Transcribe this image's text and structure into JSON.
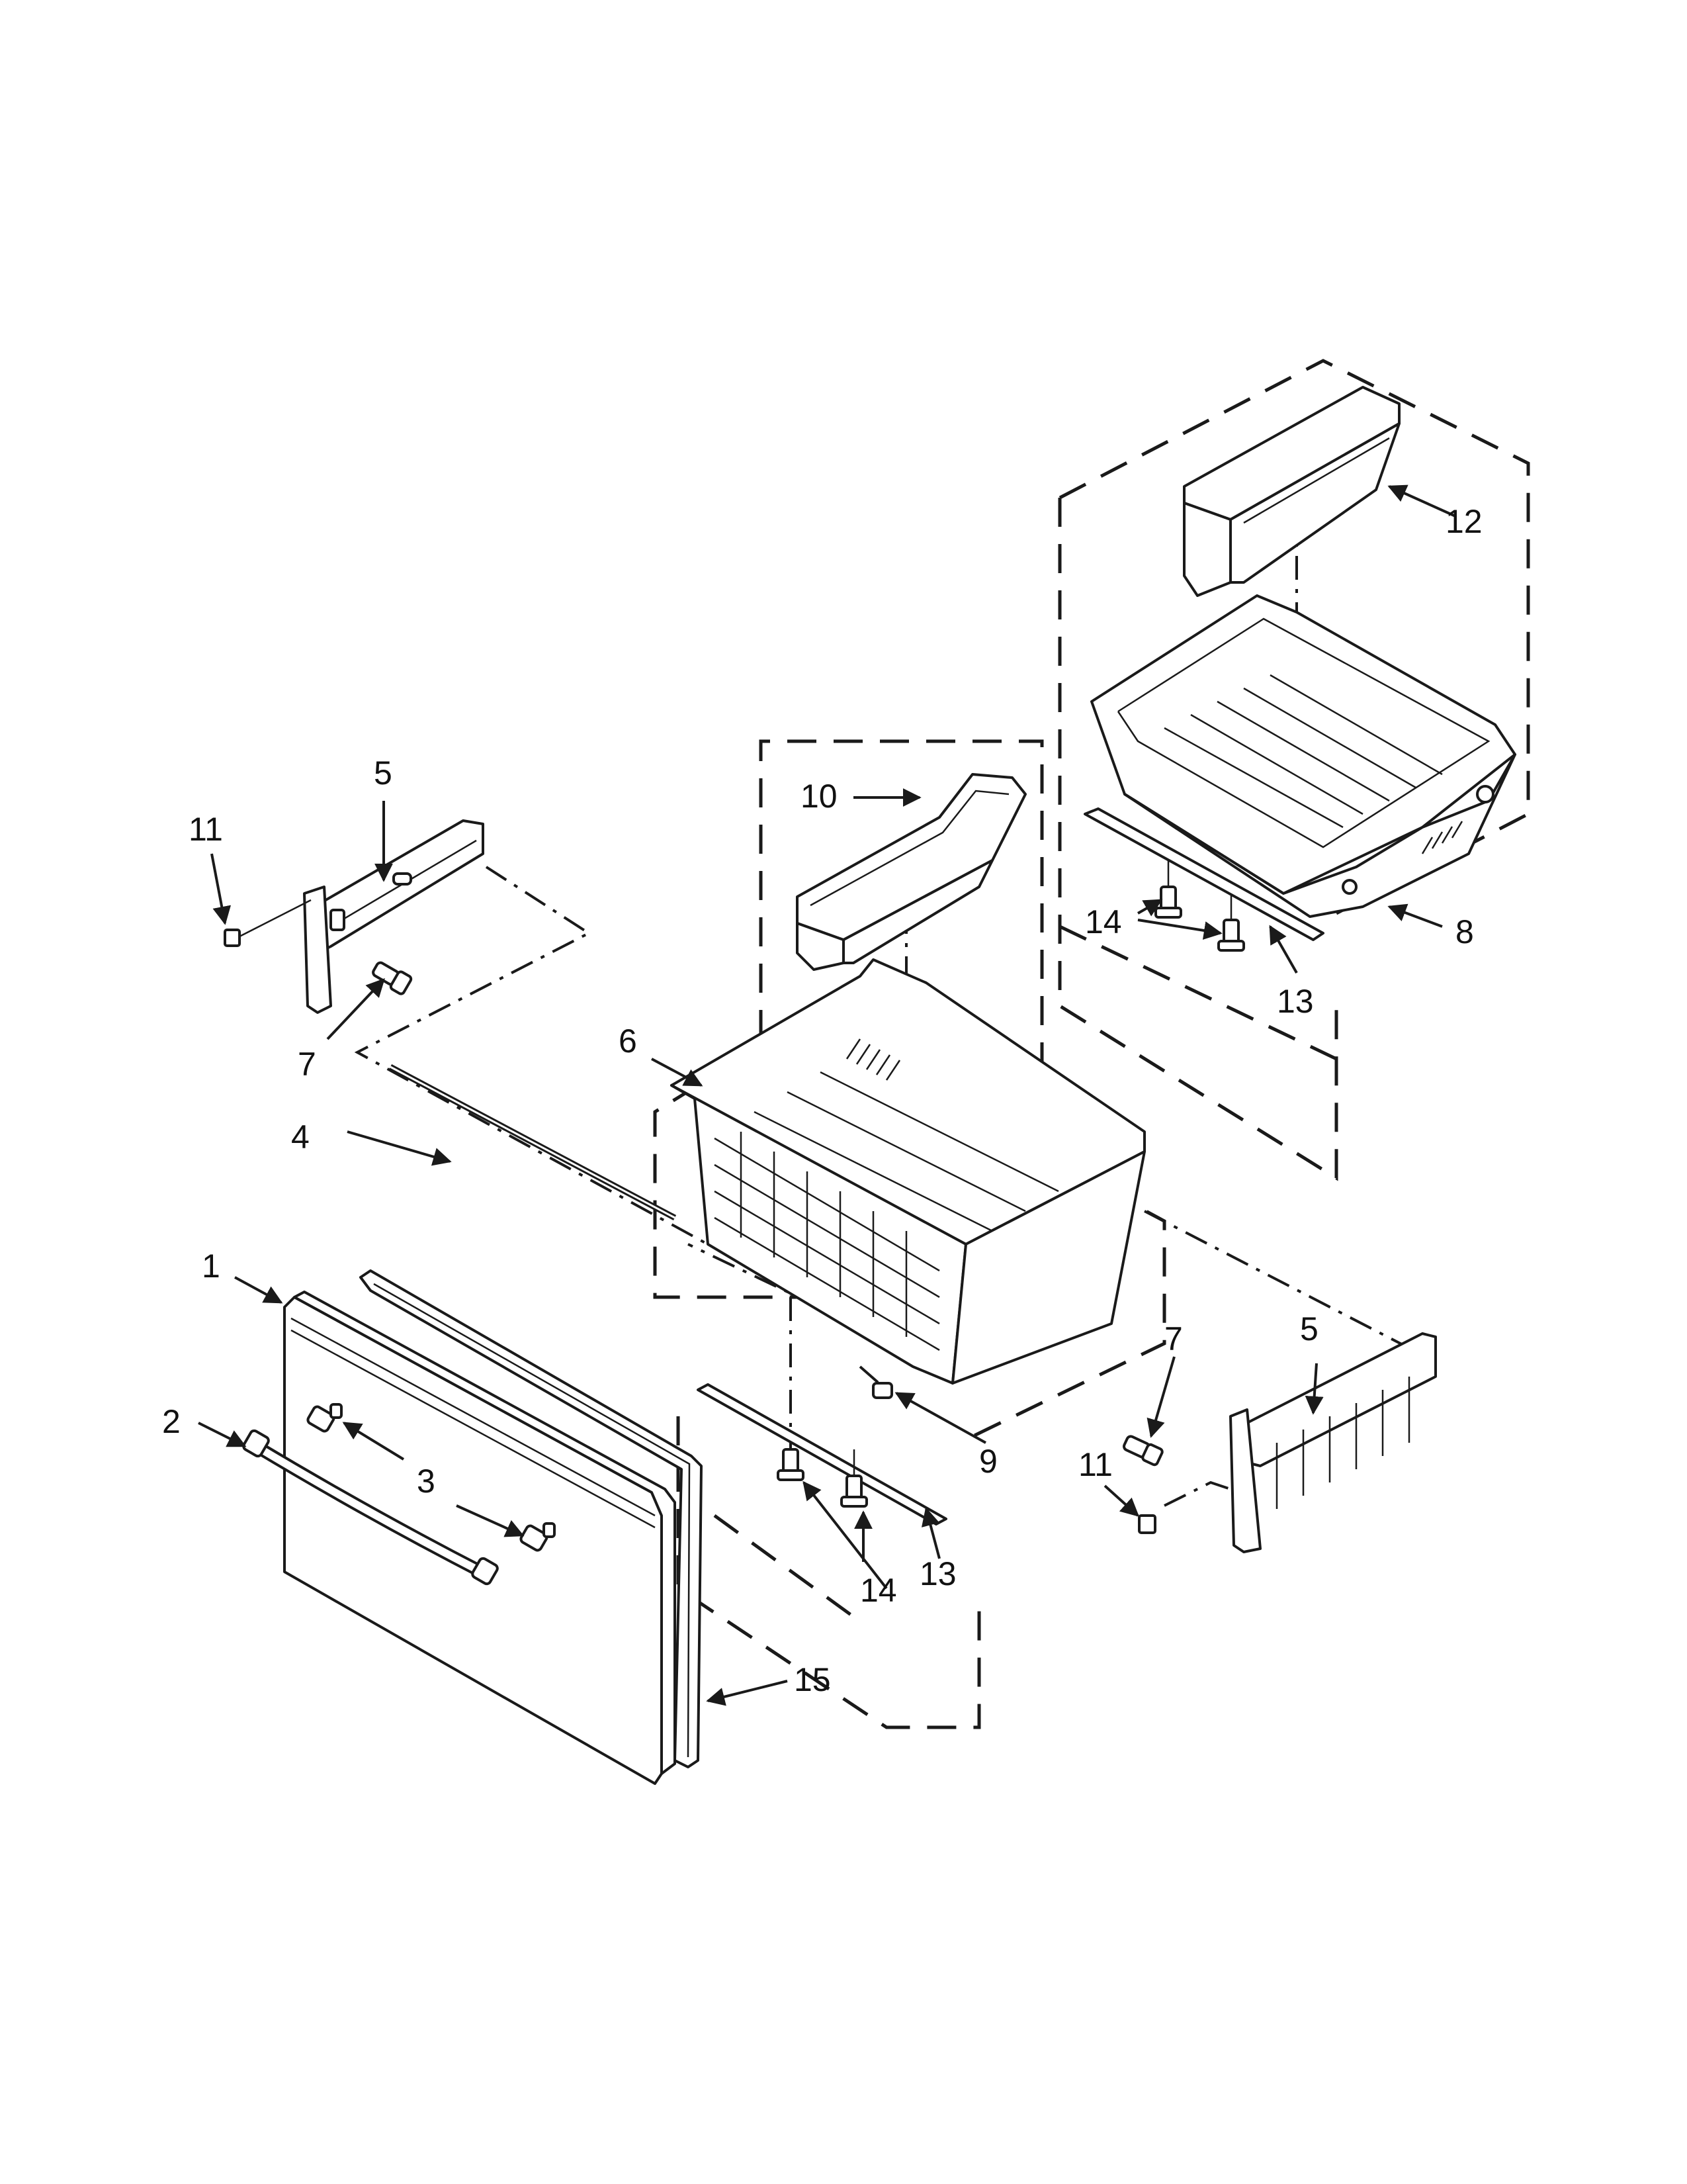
{
  "callouts": {
    "c1": "1",
    "c2": "2",
    "c3": "3",
    "c4": "4",
    "c5_left": "5",
    "c5_right": "5",
    "c6": "6",
    "c7_left": "7",
    "c7_right": "7",
    "c8": "8",
    "c9": "9",
    "c10": "10",
    "c11_left": "11",
    "c11_right": "11",
    "c12": "12",
    "c13_lower": "13",
    "c13_upper": "13",
    "c14_lower": "14",
    "c14_upper": "14",
    "c15": "15"
  },
  "colors": {
    "line": "#1a1a1a",
    "background": "#ffffff"
  }
}
